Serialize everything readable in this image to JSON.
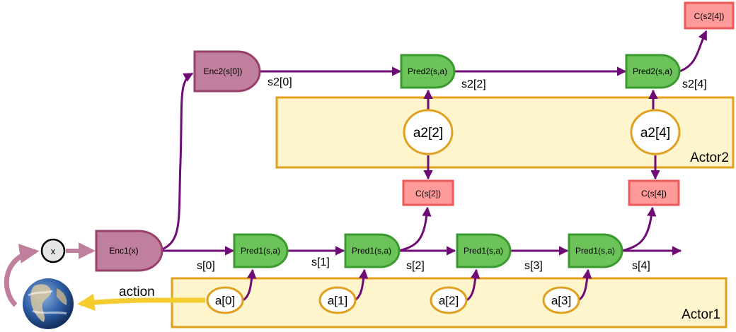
{
  "labels": {
    "x": "x",
    "enc1": "Enc1(x)",
    "enc2": "Enc2(s[0])",
    "pred1": "Pred1(s,a)",
    "pred2": "Pred2(s,a)",
    "action": "action",
    "actor1": "Actor1",
    "actor2": "Actor2"
  },
  "states1": [
    "s[0]",
    "s[1]",
    "s[2]",
    "s[3]",
    "s[4]"
  ],
  "actions1": [
    "a[0]",
    "a[1]",
    "a[2]",
    "a[3]"
  ],
  "states2": [
    "s2[0]",
    "s2[2]",
    "s2[4]"
  ],
  "actions2": [
    "a2[2]",
    "a2[4]"
  ],
  "costs": [
    "C(s[2])",
    "C(s[4])",
    "C(s2[4])"
  ],
  "colors": {
    "arrow": "#6e0b75",
    "enc_fill": "#c07f9d",
    "enc_stroke": "#9a3e6a",
    "pred_fill": "#6cc35a",
    "pred_stroke": "#3a9a2f",
    "actor_fill": "#fff5cc",
    "actor_stroke": "#e0a020",
    "cost_fill": "#ff9a9a",
    "cost_stroke": "#ee5a5a",
    "action_arrow": "#f5cc30",
    "world_arrow": "#c07f9d"
  },
  "icons": [
    "earth-icon"
  ]
}
